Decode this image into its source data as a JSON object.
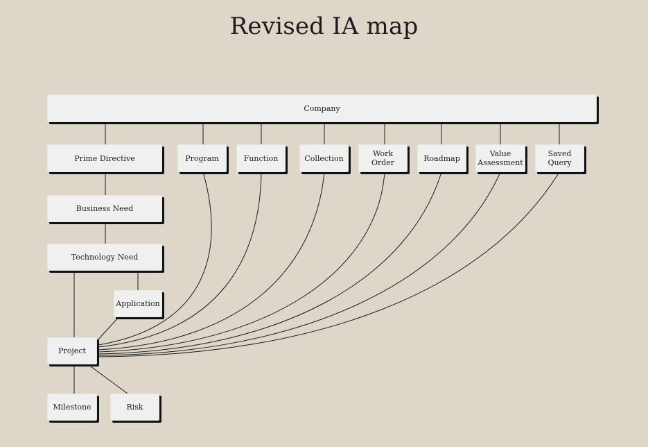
{
  "title": "Revised IA map",
  "nodes": {
    "company": "Company",
    "prime_directive": "Prime Directive",
    "program": "Program",
    "function": "Function",
    "collection": "Collection",
    "work_order": "Work\nOrder",
    "roadmap": "Roadmap",
    "value_assessment": "Value\nAssessment",
    "saved_query": "Saved\nQuery",
    "business_need": "Business Need",
    "technology_need": "Technology Need",
    "application": "Application",
    "project": "Project",
    "milestone": "Milestone",
    "risk": "Risk"
  },
  "colors": {
    "background": "#ddd6c9",
    "node_fill": "#f0f0f0",
    "node_shadow": "#111111",
    "line": "#1c1c1c"
  }
}
